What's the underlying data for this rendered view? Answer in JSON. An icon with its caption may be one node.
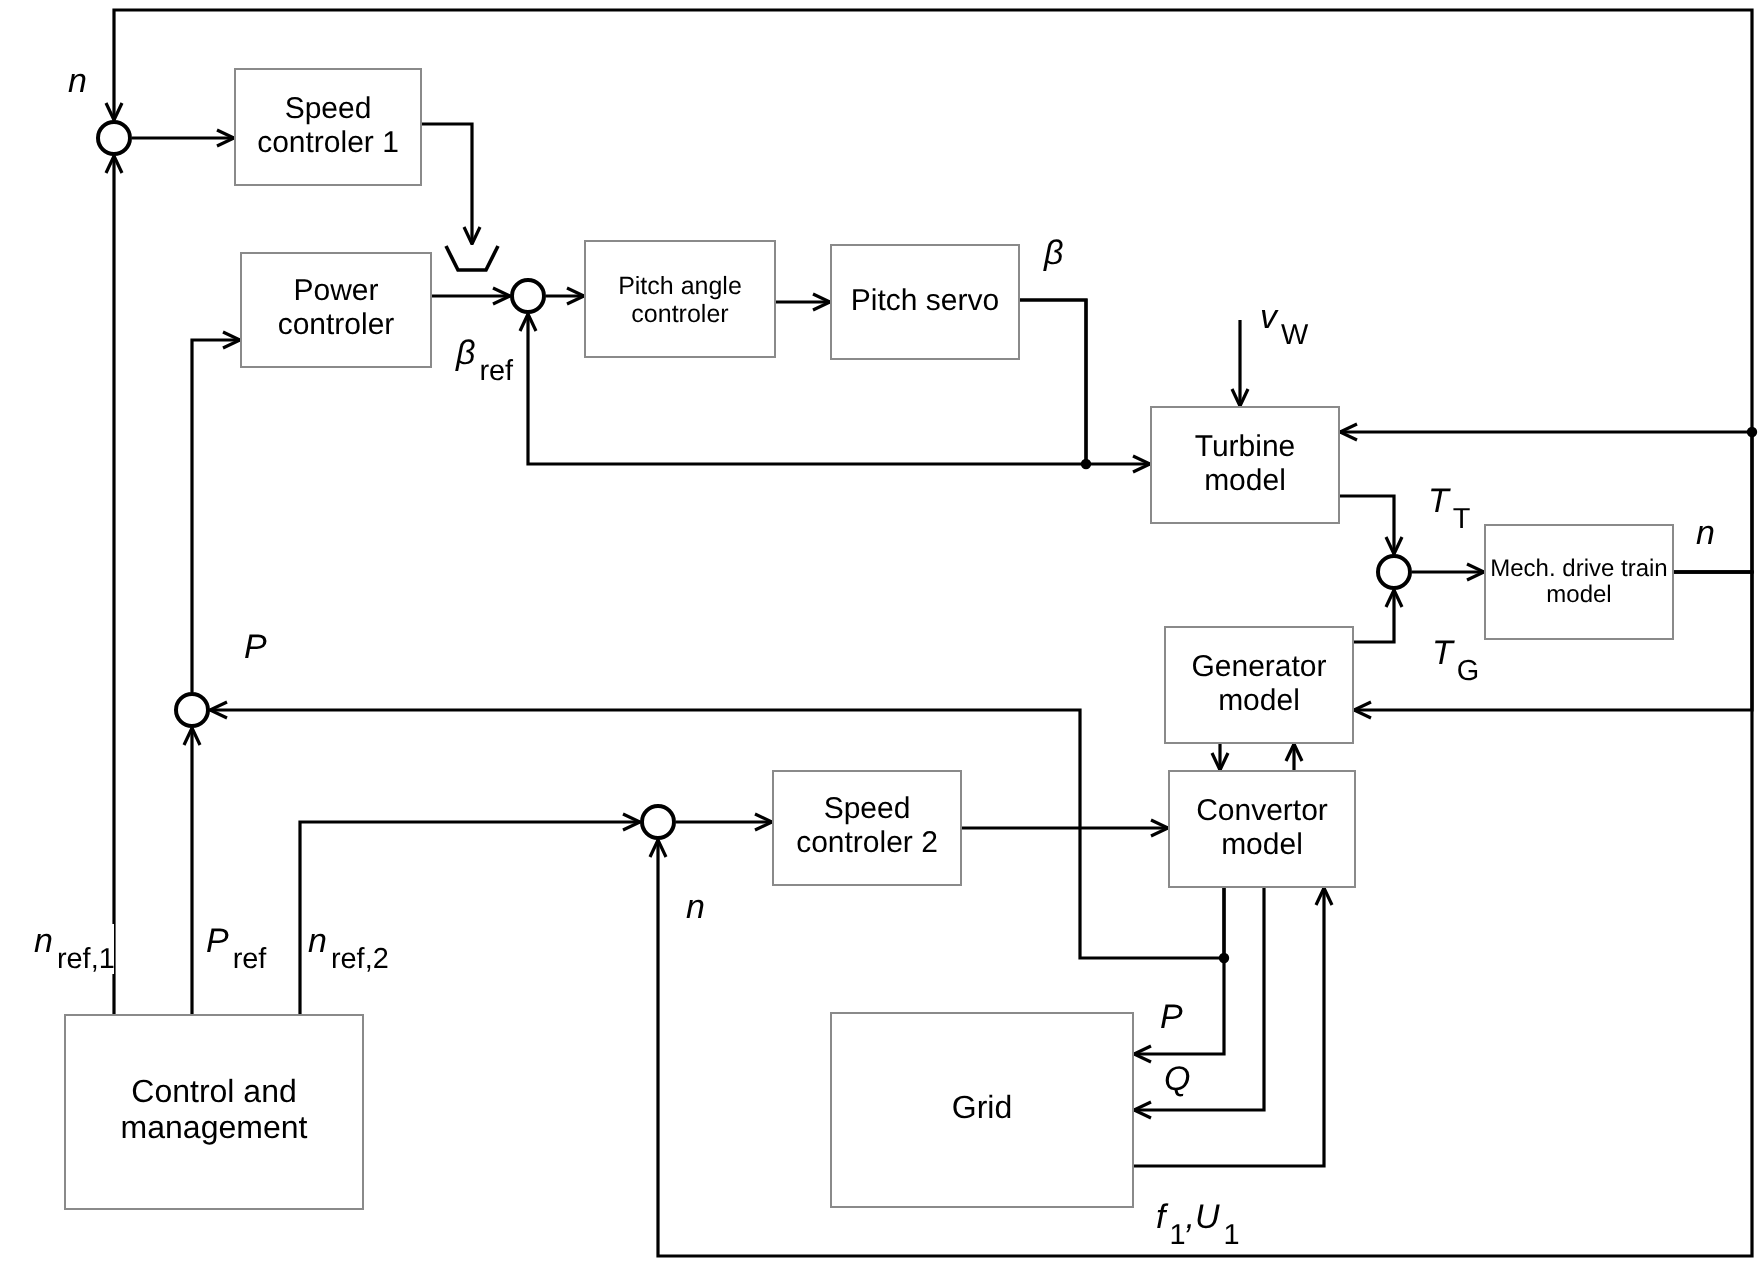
{
  "diagram": {
    "nodes": [
      {
        "text": [],
        "shape": "circle"
      },
      {
        "text": [
          "Speed controler 1"
        ]
      },
      {
        "text": [],
        "shape": "trapezoid"
      },
      {
        "text": [
          "Power controler"
        ]
      },
      {
        "text": [],
        "shape": "circle"
      },
      {
        "text": [
          "Pitch angle controler"
        ]
      },
      {
        "text": [
          "Pitch servo"
        ]
      },
      {
        "text": [
          "Turbine model"
        ]
      },
      {
        "text": [],
        "shape": "circle"
      },
      {
        "text": [
          "Mech. drive train model"
        ]
      },
      {
        "text": [
          "Generator model"
        ]
      },
      {
        "text": [],
        "shape": "circle"
      },
      {
        "text": [],
        "shape": "circle"
      },
      {
        "text": [
          "Speed controler 2"
        ]
      },
      {
        "text": [
          "Convertor model"
        ]
      },
      {
        "text": [
          "Grid"
        ]
      },
      {
        "text": [
          "Control and management"
        ]
      }
    ],
    "edges": [
      {
        "from": 9,
        "to": 0,
        "arrow": "to",
        "label": "n"
      },
      {
        "from": 9,
        "to": 7,
        "arrow": "to"
      },
      {
        "from": 9,
        "to": 10,
        "arrow": "to"
      },
      {
        "from": 9,
        "to": 12,
        "arrow": "to",
        "label": "n"
      },
      {
        "from": 0,
        "to": 1,
        "arrow": "to"
      },
      {
        "from": 16,
        "to": 0,
        "arrow": "to",
        "label": "n$_{ref,1}$"
      },
      {
        "from": 1,
        "to": 2,
        "arrow": "to"
      },
      {
        "from": 3,
        "to": 4,
        "arrow": "to",
        "label": "β$_{ref}$"
      },
      {
        "from": 4,
        "to": 5,
        "arrow": "to"
      },
      {
        "from": 5,
        "to": 6,
        "arrow": "to"
      },
      {
        "from": 6,
        "to": 7,
        "arrow": "to",
        "label": "β"
      },
      {
        "from": 6,
        "to": 4,
        "arrow": "to"
      },
      {
        "from": null,
        "to": 7,
        "arrow": "to",
        "label": "v$_{W}$"
      },
      {
        "from": 7,
        "to": 8,
        "arrow": "to",
        "label": "T$_{T}$"
      },
      {
        "from": 10,
        "to": 8,
        "arrow": "to",
        "label": "T$_{G}$"
      },
      {
        "from": 8,
        "to": 9,
        "arrow": "to"
      },
      {
        "from": 11,
        "to": 3,
        "arrow": "to"
      },
      {
        "from": 16,
        "to": 11,
        "arrow": "to",
        "label": "P$_{ref}$"
      },
      {
        "from": 14,
        "to": 11,
        "arrow": "to",
        "label": "P"
      },
      {
        "from": 14,
        "to": 15,
        "arrow": "to",
        "label": "P"
      },
      {
        "from": 14,
        "to": 15,
        "arrow": "to",
        "label": "Q"
      },
      {
        "from": 15,
        "to": 14,
        "arrow": "to",
        "label": "f$_{1}$,U$_{1}$"
      },
      {
        "from": 16,
        "to": 12,
        "arrow": "to",
        "label": "n$_{ref,2}$"
      },
      {
        "from": 12,
        "to": 13,
        "arrow": "to"
      },
      {
        "from": 13,
        "to": 14,
        "arrow": "to"
      },
      {
        "from": 10,
        "to": 14,
        "arrow": "to"
      },
      {
        "from": 14,
        "to": 10,
        "arrow": "to"
      }
    ],
    "labels": [
      "n"
    ]
  }
}
